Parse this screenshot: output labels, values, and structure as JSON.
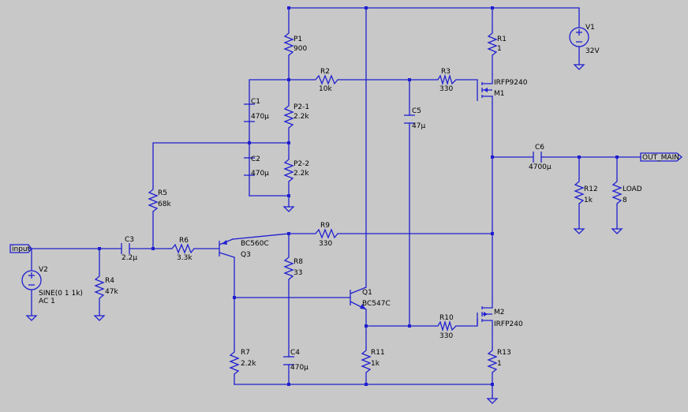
{
  "components": {
    "P1": {
      "name": "P1",
      "value": "900"
    },
    "R1": {
      "name": "R1",
      "value": "1"
    },
    "V1": {
      "name": "V1",
      "value": "32V"
    },
    "R2": {
      "name": "R2",
      "value": "10k"
    },
    "R3": {
      "name": "R3",
      "value": "330"
    },
    "M1": {
      "name": "M1",
      "value": "IRFP9240"
    },
    "C1": {
      "name": "C1",
      "value": "470µ"
    },
    "P2_1": {
      "name": "P2-1",
      "value": "2.2k"
    },
    "C5": {
      "name": "C5",
      "value": "47µ"
    },
    "C6": {
      "name": "C6",
      "value": "4700µ"
    },
    "C2": {
      "name": "C2",
      "value": "470µ"
    },
    "P2_2": {
      "name": "P2-2",
      "value": "2.2k"
    },
    "R5": {
      "name": "R5",
      "value": "68k"
    },
    "R12": {
      "name": "R12",
      "value": "1k"
    },
    "LOAD": {
      "name": "LOAD",
      "value": "8"
    },
    "R9": {
      "name": "R9",
      "value": "330"
    },
    "C3": {
      "name": "C3",
      "value": "2.2µ"
    },
    "R6": {
      "name": "R6",
      "value": "3.3k"
    },
    "Q3": {
      "name": "Q3",
      "value": "BC560C"
    },
    "R8": {
      "name": "R8",
      "value": "33"
    },
    "R4": {
      "name": "R4",
      "value": "47k"
    },
    "V2": {
      "name": "V2",
      "value": "SINE(0 1 1k)",
      "value2": "AC 1"
    },
    "Q1": {
      "name": "Q1",
      "value": "BC547C"
    },
    "M2": {
      "name": "M2",
      "value": "IRFP240"
    },
    "R10": {
      "name": "R10",
      "value": "330"
    },
    "R7": {
      "name": "R7",
      "value": "2.2k"
    },
    "C4": {
      "name": "C4",
      "value": "470µ"
    },
    "R11": {
      "name": "R11",
      "value": "1k"
    },
    "R13": {
      "name": "R13",
      "value": "1"
    }
  },
  "nets": {
    "input": "input",
    "output": "OUT_MAIN"
  },
  "colors": {
    "background": "#c8c8c8",
    "wire": "#1f1fd0",
    "text": "#000000"
  }
}
